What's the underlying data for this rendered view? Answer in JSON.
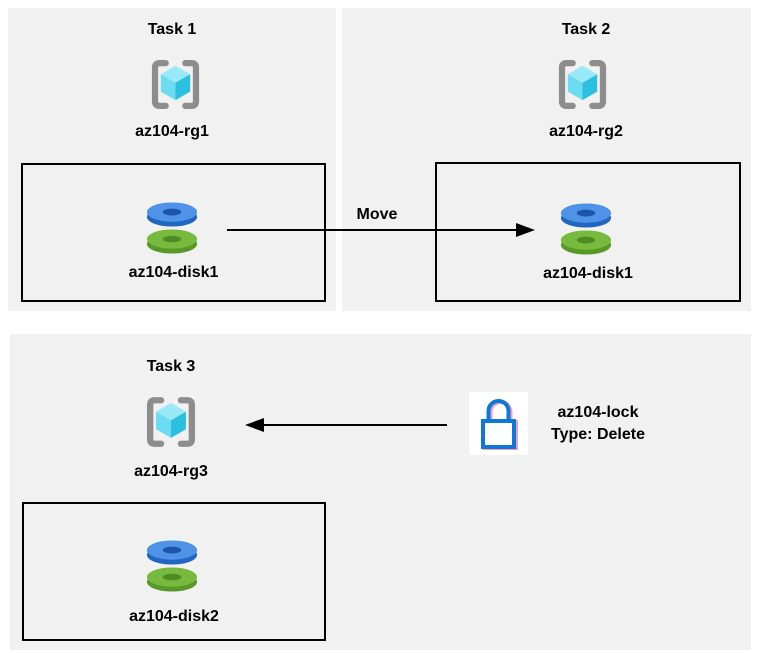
{
  "panels": [
    {
      "title": "Task 1",
      "rg_label": "az104-rg1",
      "disk_label": "az104-disk1"
    },
    {
      "title": "Task 2",
      "rg_label": "az104-rg2",
      "disk_label": "az104-disk1"
    },
    {
      "title": "Task 3",
      "rg_label": "az104-rg3",
      "disk_label": "az104-disk2"
    }
  ],
  "arrows": {
    "move": {
      "label": "Move",
      "direction": "left-to-right"
    },
    "lock": {
      "direction": "right-to-left"
    }
  },
  "lock": {
    "name": "az104-lock",
    "type": "Type: Delete"
  },
  "icons": {
    "resource_group": "resource-group-icon",
    "disk": "disk-icon",
    "lock": "lock-icon",
    "move_arrow": "move-arrow",
    "lock_arrow": "lock-arrow"
  },
  "colors": {
    "page_bg": "#ffffff",
    "panel_bg": "#f1f1f1",
    "box_border": "#000000",
    "arrow": "#000000",
    "text": "#000000",
    "rg_bracket": "#8d8d8d",
    "cube_top": "#9ae9f8",
    "cube_left": "#6cdcf2",
    "cube_right": "#2bc0e0",
    "disk_blue_top": "#4f93e8",
    "disk_blue_side": "#2166c0",
    "disk_blue_hole": "#1e55a6",
    "disk_green_top": "#77ba3e",
    "disk_green_side": "#569927",
    "disk_green_hole": "#4e8c23",
    "lock_blue": "#0c79d8",
    "lock_pink": "#f49ac1",
    "lock_bg": "#ffffff"
  }
}
